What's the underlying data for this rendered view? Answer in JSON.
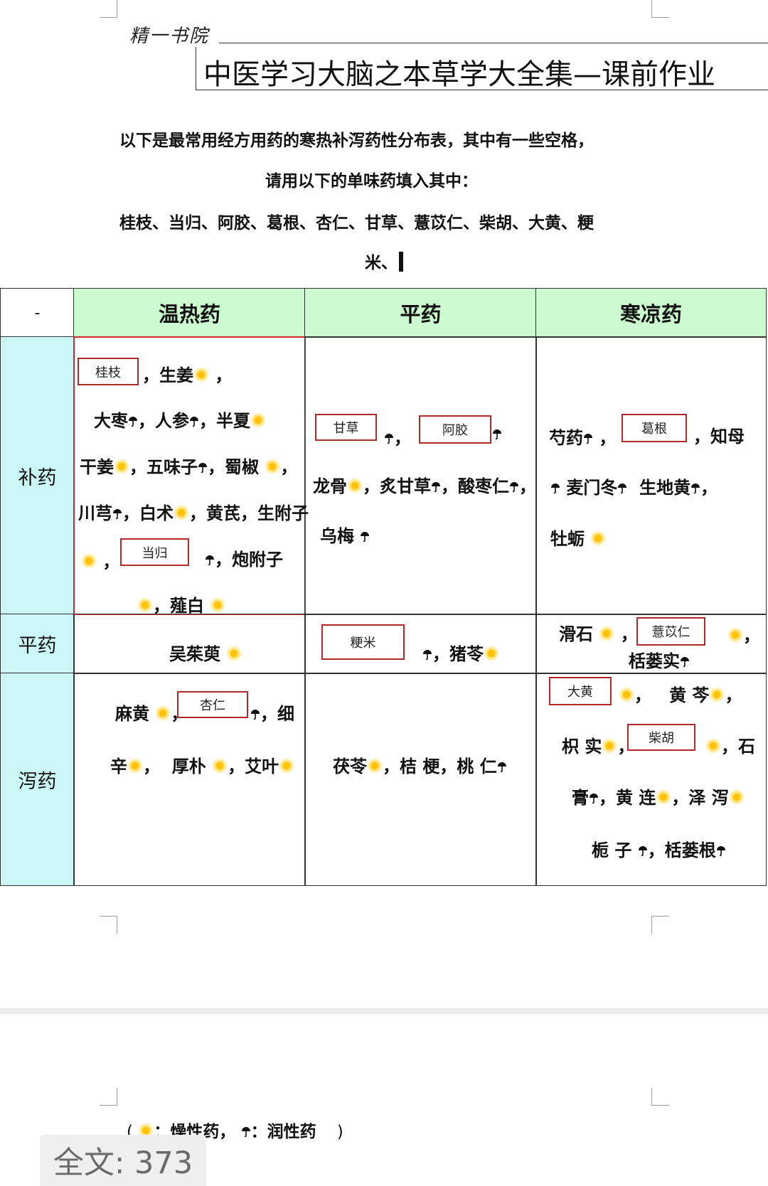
{
  "header": {
    "logo_text": "精一书院",
    "title": "中医学习大脑之本草学大全集—课前作业"
  },
  "intro": {
    "line1": "以下是最常用经方用药的寒热补泻药性分布表，其中有一些空格，",
    "line2": "请用以下的单味药填入其中：",
    "line3": "桂枝、当归、阿胶、葛根、杏仁、甘草、薏苡仁、柴胡、大黄、粳",
    "line4": "米、"
  },
  "table": {
    "corner": "-",
    "col_headers": [
      "温热药",
      "平药",
      "寒凉药"
    ],
    "row_headers": [
      "补药",
      "平药",
      "泻药"
    ],
    "answers": {
      "guizhi": "桂枝",
      "danggui": "当归",
      "gancao": "甘草",
      "ejiao": "阿胶",
      "gegen": "葛根",
      "jingmi": "粳米",
      "yiyiren": "薏苡仁",
      "xingren": "杏仁",
      "dahuang": "大黄",
      "chaihu": "柴胡"
    },
    "herbs": {
      "shengjiang": "生姜",
      "dazao": "大枣",
      "renshen": "人参",
      "banxia": "半夏",
      "ganjiang": "干姜",
      "wuweizi": "五味子",
      "shujiao": "蜀椒",
      "chuanxiong": "川芎",
      "baizhu": "白术",
      "huangqi": "黄芪",
      "shengfuzi": "生附子",
      "paofuzi": "炮附子",
      "xiebai": "薤白",
      "longgu": "龙骨",
      "zhigancao": "炙甘草",
      "suanzaoren": "酸枣仁",
      "wumei": "乌梅",
      "shaoyao": "芍药",
      "zhimu": "知母",
      "maimendong": "麦门冬",
      "shengdihuang": "生地黄",
      "muli": "牡蛎",
      "wuzhuyu": "吴茱萸",
      "zhuling": "猪苓",
      "huashi": "滑石",
      "gualoushi": "栝蒌实",
      "mahuang": "麻黄",
      "xi": "细",
      "xin": "辛",
      "houpo": "厚朴",
      "aiye": "艾叶",
      "fuling": "茯苓",
      "jiegeng": "桔 梗",
      "taoren": "桃 仁",
      "huangqin": "黄 芩",
      "zhishi": "枳 实",
      "shi": "石",
      "gao": "膏",
      "huanglian": "黄 连",
      "zexie": "泽 泻",
      "zhizi": "栀 子",
      "gualougen": "栝蒌根"
    }
  },
  "legend": {
    "open": "(",
    "dry_label": "：燥性药，",
    "moist_label": "：润性药",
    "close": ")"
  },
  "footer": {
    "word_count": "全文: 373"
  },
  "icons": {
    "sun": "dry-herb-sun-icon",
    "umbrella": "moist-herb-umbrella-icon"
  },
  "colors": {
    "header_fill": "#ccfbcf",
    "row_header_fill": "#ccf7f7",
    "answer_border": "#b02828",
    "sun": "#ffc30a"
  }
}
